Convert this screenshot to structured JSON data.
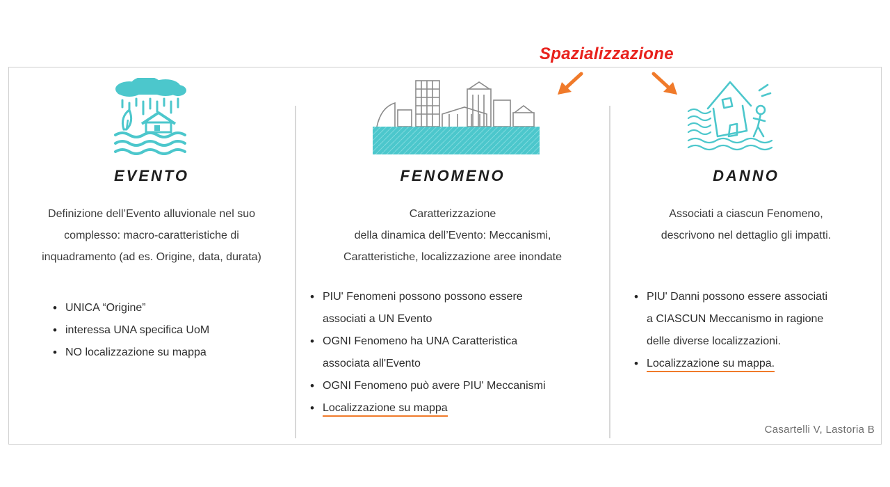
{
  "header": {
    "label": "Spazializzazione"
  },
  "columns": [
    {
      "title": "EVENTO",
      "icon": "flood-event-icon",
      "description": [
        "Definizione dell’Evento alluvionale nel suo",
        "complesso: macro-caratteristiche di",
        "inquadramento (ad es. Origine, data, durata)"
      ],
      "bullets": [
        "UNICA “Origine”",
        "interessa UNA specifica UoM",
        "NO localizzazione su mappa"
      ]
    },
    {
      "title": "FENOMENO",
      "icon": "flooded-city-icon",
      "description": [
        "Caratterizzazione",
        "della dinamica dell’Evento: Meccanismi,",
        "Caratteristiche, localizzazione aree inondate"
      ],
      "bullets": [
        {
          "line1": " PIU' Fenomeni possono possono essere",
          "line2": "associati a UN Evento"
        },
        {
          "line1": "OGNI Fenomeno ha UNA Caratteristica",
          "line2": "associata all'Evento"
        },
        {
          "line1": "OGNI Fenomeno può avere PIU' Meccanismi"
        },
        {
          "line1": "Localizzazione su mappa"
        }
      ]
    },
    {
      "title": "DANNO",
      "icon": "damaged-house-icon",
      "description": [
        "Associati a ciascun Fenomeno,",
        "descrivono nel dettaglio gli impatti."
      ],
      "bullets": [
        {
          "line1": "PIU' Danni possono essere associati",
          "line2": "a CIASCUN Meccanismo in ragione",
          "line3": "delle diverse localizzazioni."
        },
        {
          "line1": "Localizzazione su mappa."
        }
      ]
    }
  ],
  "credit": "Casartelli V, Lastoria B",
  "colors": {
    "accent": "#4cc7cc",
    "arrow": "#f07a2a",
    "highlight": "#e8211c"
  }
}
